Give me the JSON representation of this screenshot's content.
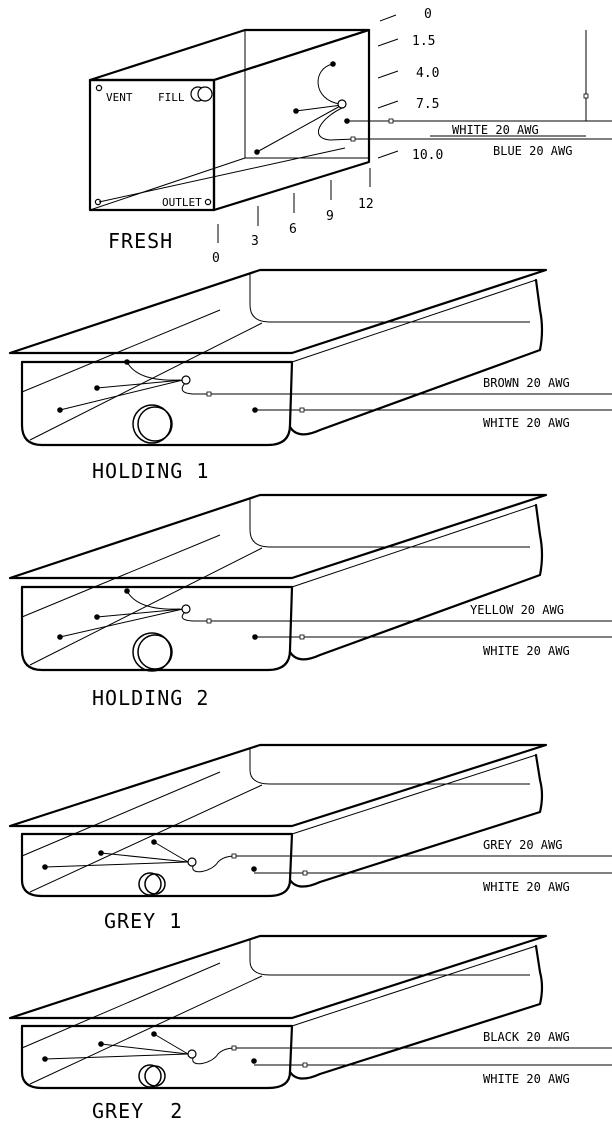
{
  "fresh_tank": {
    "name": "FRESH",
    "labels": {
      "vent": "VENT",
      "fill": "FILL",
      "outlet": "OUTLET"
    },
    "vertical_scale": [
      "0",
      "1.5",
      "4.0",
      "7.5",
      "10.0"
    ],
    "horizontal_scale": [
      "0",
      "3",
      "6",
      "9",
      "12"
    ],
    "wires": [
      "WHITE 20 AWG",
      "BLUE 20 AWG"
    ]
  },
  "holding_1": {
    "name": "HOLDING 1",
    "wires": [
      "BROWN 20 AWG",
      "WHITE 20 AWG"
    ]
  },
  "holding_2": {
    "name": "HOLDING 2",
    "wires": [
      "YELLOW 20 AWG",
      "WHITE 20 AWG"
    ]
  },
  "grey_1": {
    "name": "GREY 1",
    "wires": [
      "GREY 20 AWG",
      "WHITE 20 AWG"
    ]
  },
  "grey_2": {
    "name": "GREY  2",
    "wires": [
      "BLACK 20 AWG",
      "WHITE 20 AWG"
    ]
  }
}
